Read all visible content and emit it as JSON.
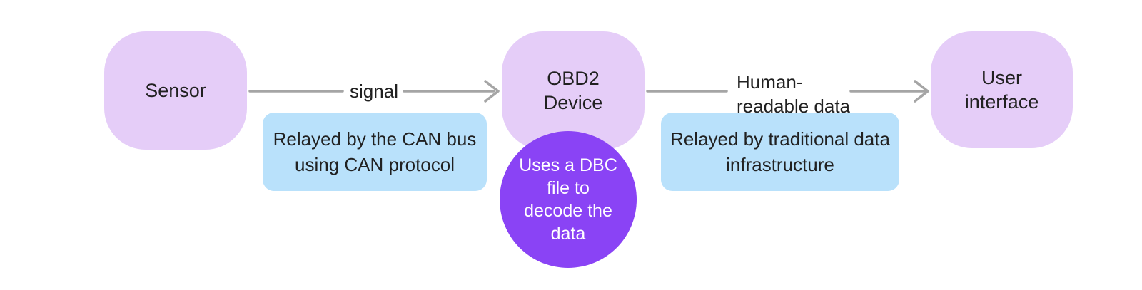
{
  "diagram": {
    "title": "Sensor signal to user interface data flow",
    "colors": {
      "background": "#ffffff",
      "node_fill": "#e5cdf8",
      "note_fill": "#b9e1fb",
      "circle_fill": "#8a43f5",
      "arrow": "#a5a5a5",
      "text": "#212121",
      "circle_text": "#ffffff"
    },
    "nodes": {
      "sensor": {
        "label": "Sensor"
      },
      "obd2": {
        "label": "OBD2\nDevice"
      },
      "user": {
        "label": "User\ninterface"
      }
    },
    "edges": {
      "signal": {
        "label": "signal",
        "from": "Sensor",
        "to": "OBD2 Device"
      },
      "human_readable": {
        "label": "Human-\nreadable data",
        "from": "OBD2 Device",
        "to": "User interface"
      }
    },
    "notes": {
      "can_bus": {
        "text": "Relayed by the CAN bus\nusing CAN protocol"
      },
      "dbc": {
        "text": "Uses a DBC\nfile to\ndecode the\ndata"
      },
      "infra": {
        "text": "Relayed by traditional data\ninfrastructure"
      }
    }
  }
}
